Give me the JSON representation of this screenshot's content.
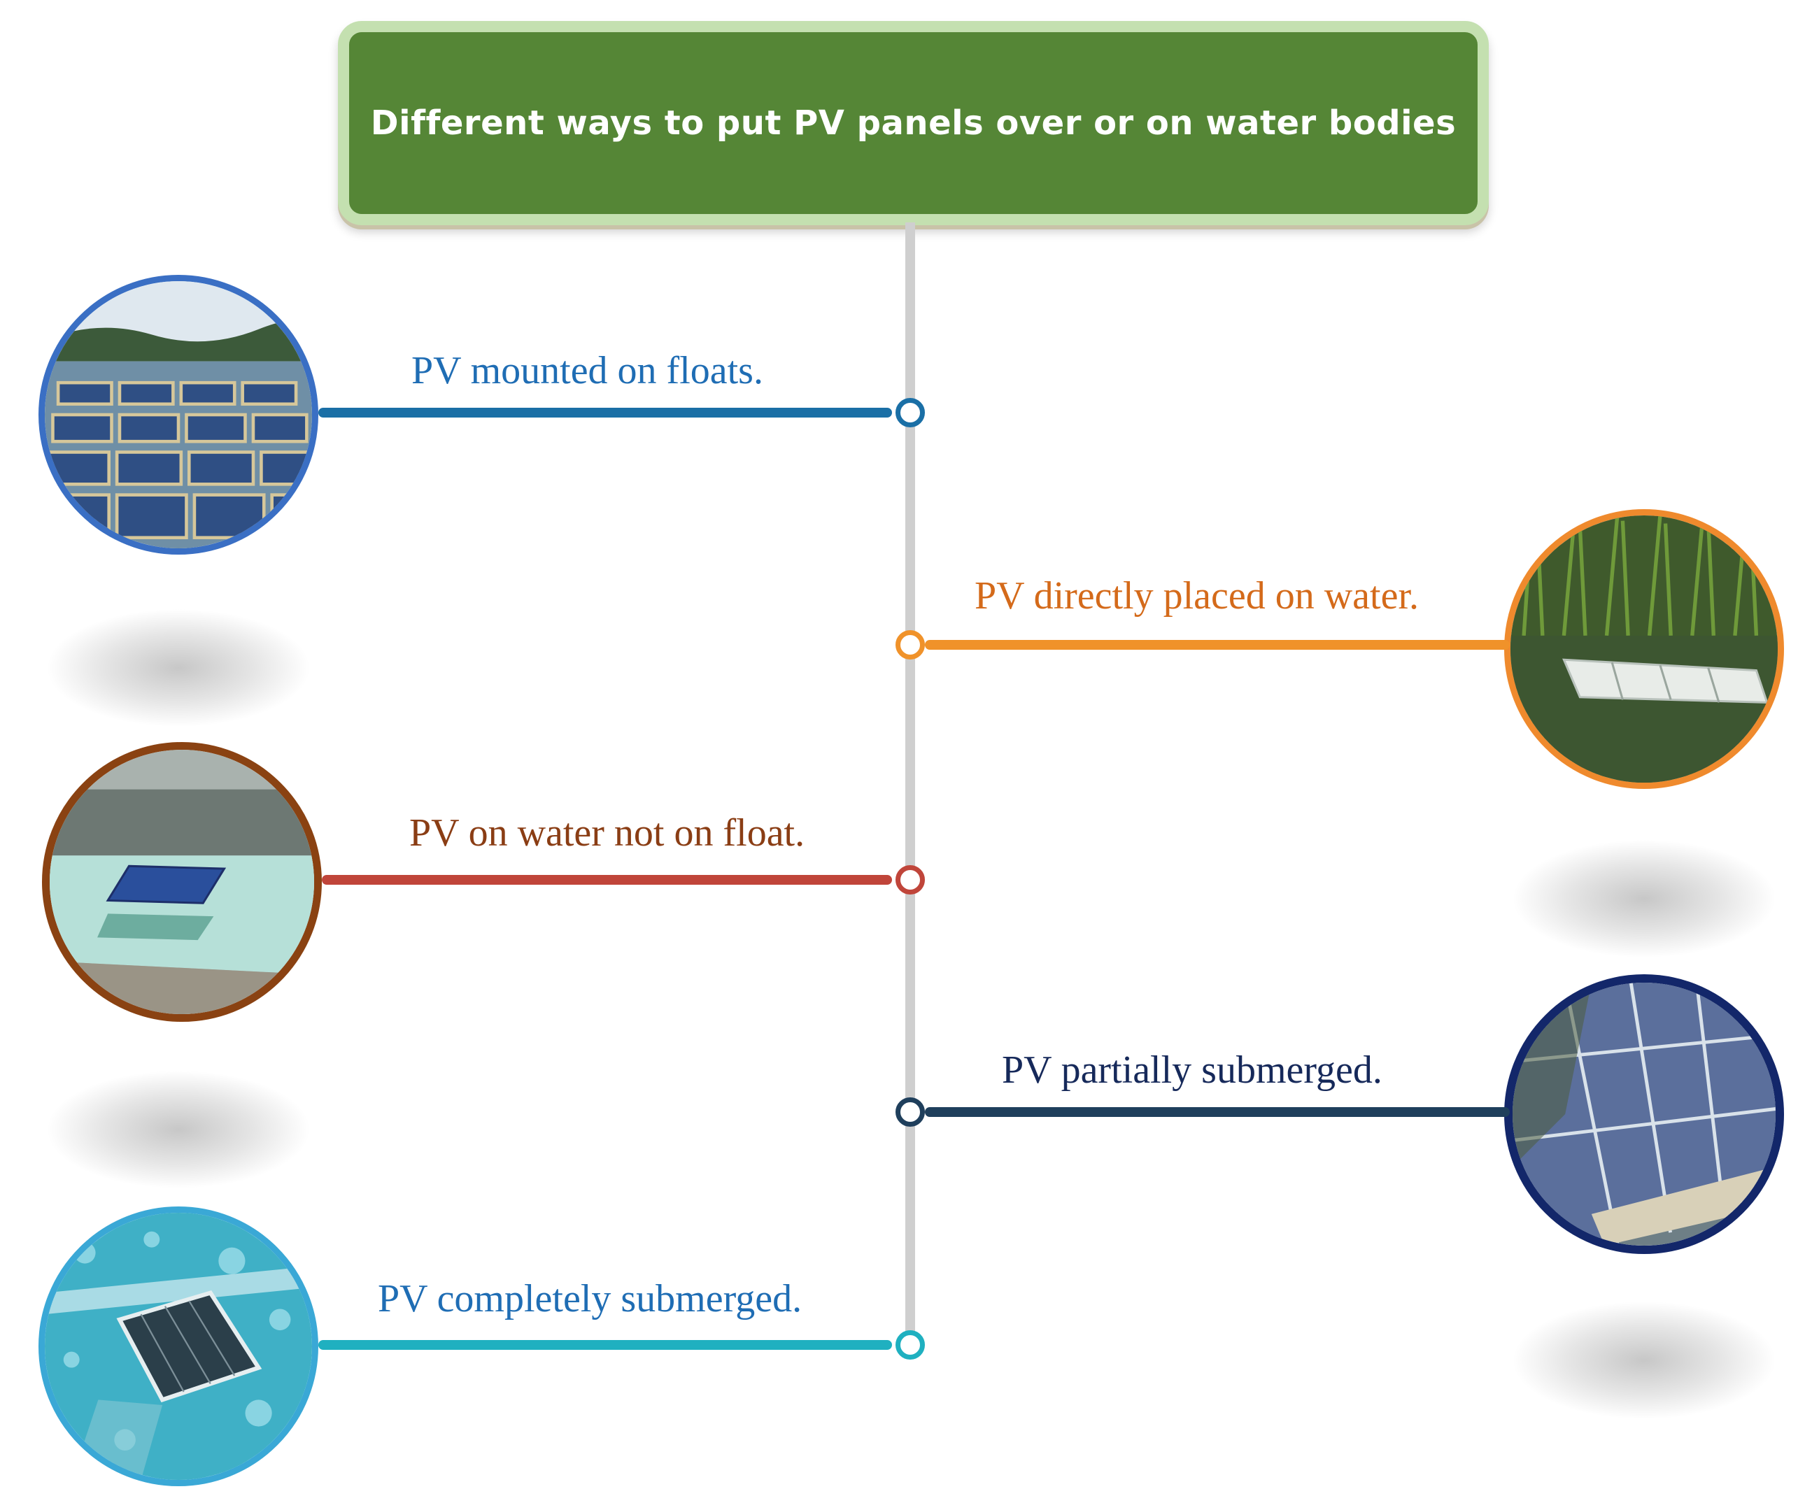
{
  "title": "Different ways to put PV panels over or on water bodies",
  "colors": {
    "title_fill": "#558636",
    "title_border": "#c4e0b0",
    "spine": "#cfcfcf"
  },
  "items": [
    {
      "label": "PV mounted on floats.",
      "color": "#1a6fa6",
      "text_color": "#1f6db4",
      "side": "left",
      "ring": "#3a6fc4",
      "icon": "floating-pv-photo"
    },
    {
      "label": "PV directly placed on water.",
      "color": "#f0922a",
      "text_color": "#d46a1a",
      "side": "right",
      "ring": "#ef8a2d",
      "icon": "pv-on-water-photo"
    },
    {
      "label": "PV on water not on float.",
      "color": "#c0453a",
      "text_color": "#8a3d14",
      "side": "left",
      "ring": "#8a4212",
      "icon": "pv-tank-photo"
    },
    {
      "label": "PV partially submerged.",
      "color": "#1f3f5c",
      "text_color": "#16295a",
      "side": "right",
      "ring": "#13276a",
      "icon": "partially-submerged-pv-photo"
    },
    {
      "label": "PV completely submerged.",
      "color": "#1fb0c0",
      "text_color": "#1f6db4",
      "side": "left",
      "ring": "#3aa8d6",
      "icon": "submerged-pv-photo"
    }
  ]
}
